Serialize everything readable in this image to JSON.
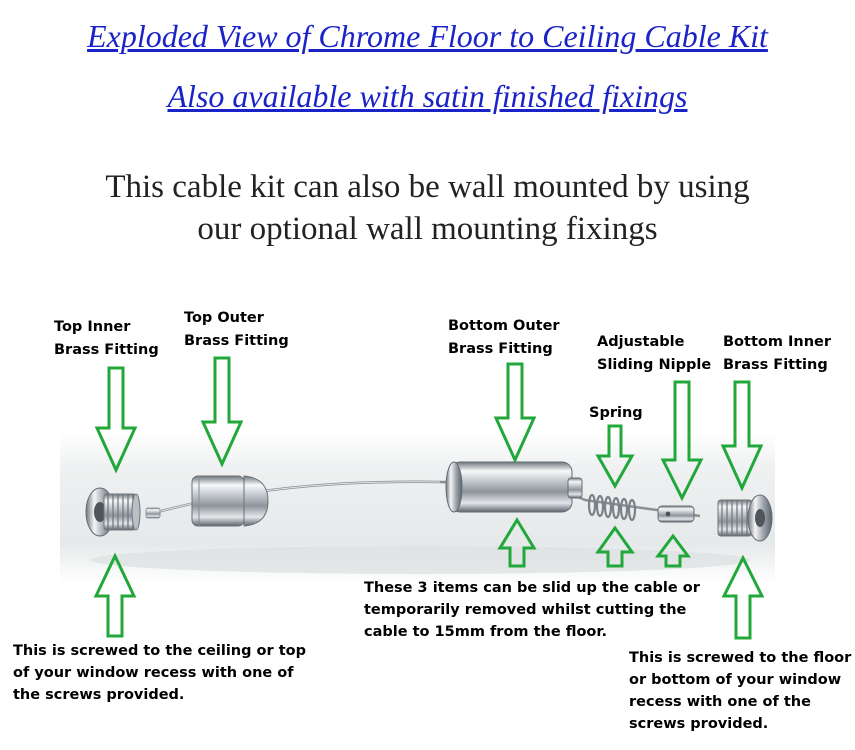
{
  "header": {
    "title_link": "Exploded View of Chrome Floor to Ceiling Cable Kit",
    "satin_link": "Also available with satin finished fixings",
    "subtitle_lines": [
      "This cable kit can also be wall mounted by using",
      "our optional wall mounting fixings"
    ]
  },
  "labels": {
    "top_inner": [
      "Top Inner",
      "Brass Fitting"
    ],
    "top_outer": [
      "Top Outer",
      "Brass Fitting"
    ],
    "bottom_outer": [
      "Bottom Outer",
      "Brass Fitting"
    ],
    "adjustable": [
      "Adjustable",
      "Sliding Nipple"
    ],
    "bottom_inner": [
      "Bottom Inner",
      "Brass Fitting"
    ],
    "spring": "Spring"
  },
  "notes": {
    "ceiling": [
      "This is screwed to the ceiling or top",
      "of your window recess with one of",
      "the screws provided."
    ],
    "slide": [
      "These 3 items can be slid up the cable or",
      "temporarily removed whilst cutting the",
      "cable to 15mm from the floor."
    ],
    "floor": [
      "This is screwed to the floor",
      "or bottom of your window",
      "recess with one of the",
      "screws provided."
    ]
  },
  "colors": {
    "arrow_stroke": "#22a83a",
    "link": "#1a23c8",
    "chrome": "#c9cfd4"
  }
}
